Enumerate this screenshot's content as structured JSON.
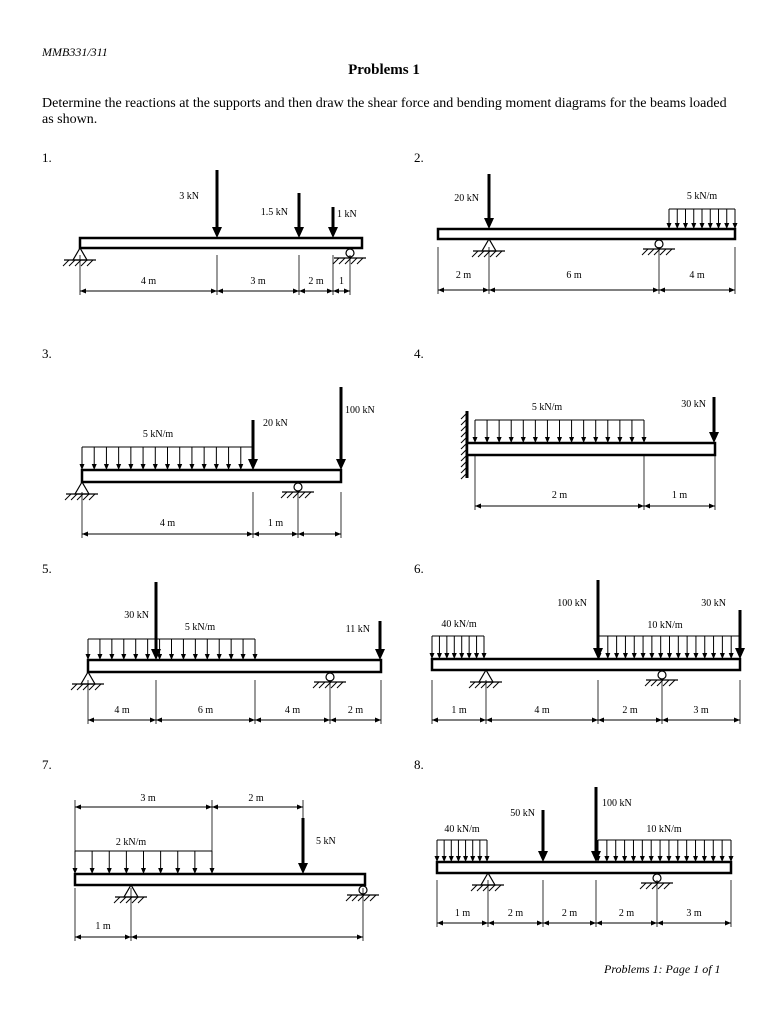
{
  "header": {
    "course": "MMB331/311",
    "title": "Problems 1",
    "intro": "Determine the reactions at the supports and then draw the shear force and bending moment diagrams for the beams loaded as shown."
  },
  "footer": "Problems 1: Page 1 of 1",
  "problems": [
    {
      "number": "1.",
      "loads": [
        "3 kN",
        "1.5 kN",
        "1 kN"
      ],
      "dims": [
        "4 m",
        "3 m",
        "2 m",
        "1"
      ]
    },
    {
      "number": "2.",
      "loads": [
        "20 kN",
        "5 kN/m"
      ],
      "dims": [
        "2 m",
        "6 m",
        "4 m"
      ]
    },
    {
      "number": "3.",
      "loads": [
        "5 kN/m",
        "20 kN",
        "100 kN"
      ],
      "dims": [
        "4 m",
        "1 m"
      ]
    },
    {
      "number": "4.",
      "loads": [
        "5 kN/m",
        "30 kN"
      ],
      "dims": [
        "2 m",
        "1 m"
      ]
    },
    {
      "number": "5.",
      "loads": [
        "30 kN",
        "5 kN/m",
        "11 kN"
      ],
      "dims": [
        "4 m",
        "6 m",
        "4 m",
        "2 m"
      ]
    },
    {
      "number": "6.",
      "loads": [
        "40 kN/m",
        "100 kN",
        "10 kN/m",
        "30 kN"
      ],
      "dims": [
        "1 m",
        "4 m",
        "2 m",
        "3 m"
      ]
    },
    {
      "number": "7.",
      "loads": [
        "2 kN/m",
        "5 kN"
      ],
      "dims": [
        "3 m",
        "2 m",
        "1 m"
      ]
    },
    {
      "number": "8.",
      "loads": [
        "40 kN/m",
        "50 kN",
        "100 kN",
        "10 kN/m"
      ],
      "dims": [
        "1 m",
        "2 m",
        "2 m",
        "2 m",
        "3 m"
      ]
    }
  ]
}
